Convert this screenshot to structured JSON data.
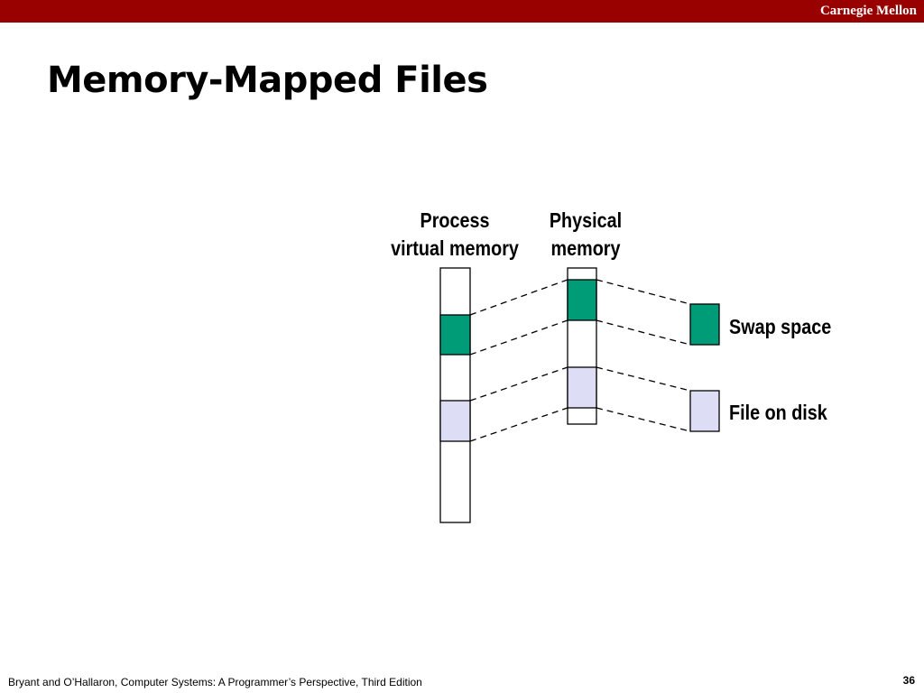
{
  "header": {
    "brand": "Carnegie Mellon"
  },
  "slide": {
    "title": "Memory-Mapped Files",
    "page_number": "36"
  },
  "diagram": {
    "virtual_label_line1": "Process",
    "virtual_label_line2": "virtual memory",
    "physical_label_line1": "Physical",
    "physical_label_line2": "memory",
    "swap_label": "Swap space",
    "file_label": "File on disk"
  },
  "colors": {
    "brand_bar": "#990000",
    "swap_block": "#009B77",
    "file_block": "#DDDDF5"
  },
  "footer": {
    "citation": "Bryant and O’Hallaron, Computer Systems: A Programmer’s Perspective, Third Edition"
  }
}
